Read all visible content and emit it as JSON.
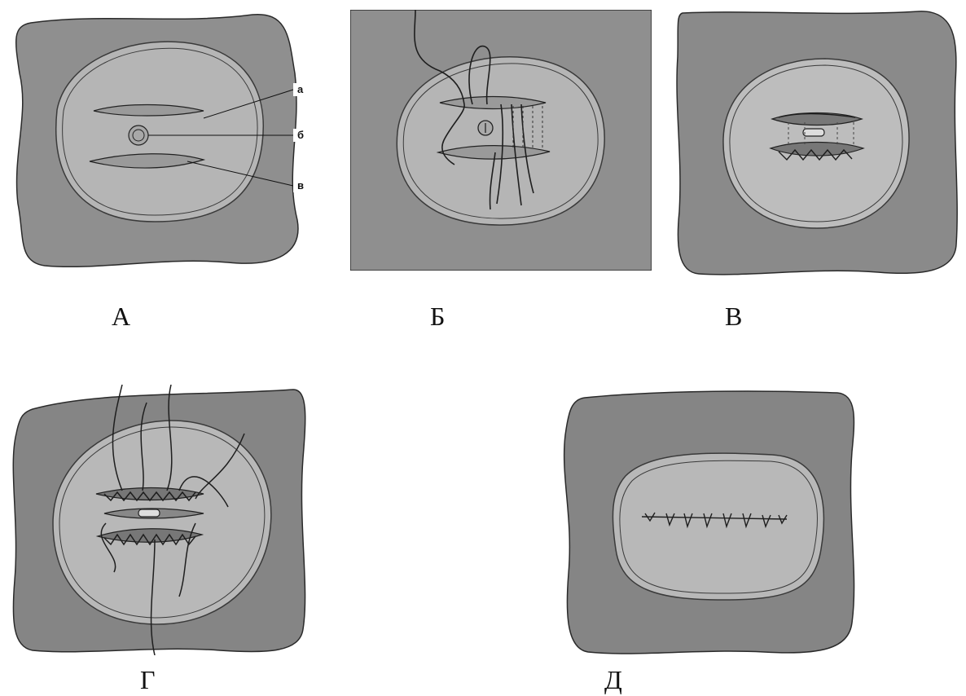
{
  "panels": [
    {
      "caption": "А"
    },
    {
      "caption": "Б"
    },
    {
      "caption": "В"
    },
    {
      "caption": "Г"
    },
    {
      "caption": "Д"
    }
  ],
  "labels": {
    "a": "а",
    "b": "б",
    "v": "в"
  },
  "colors": {
    "outer_tissue": "#8f8f8f",
    "outer_tissue_dark": "#7d7d7d",
    "inner_zone": "#b5b5b5",
    "outline": "#2a2a2a",
    "thread": "#1e1e1e"
  }
}
